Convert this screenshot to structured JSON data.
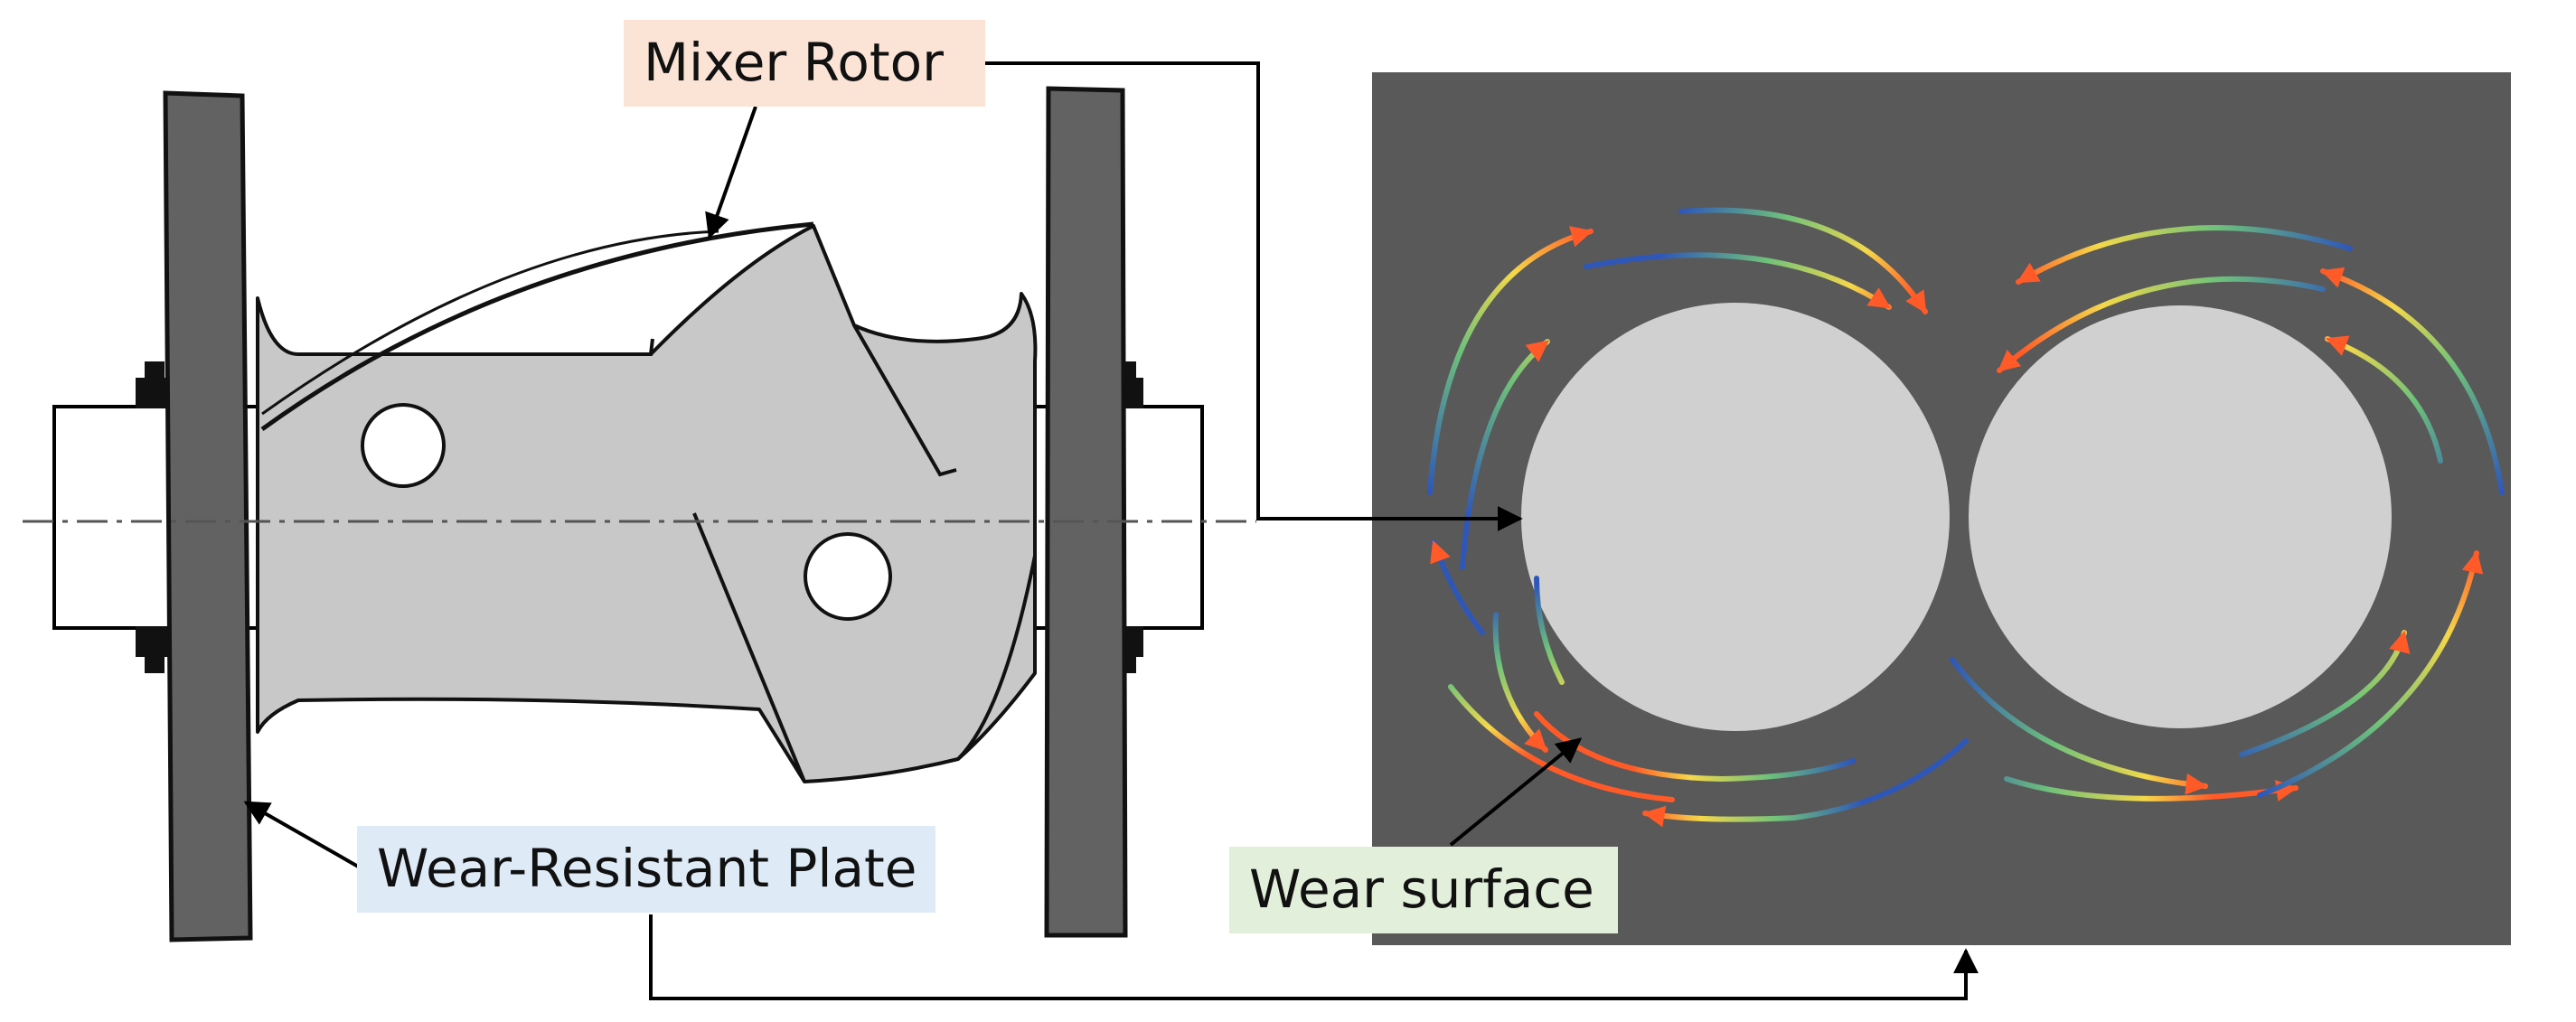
{
  "labels": {
    "mixer_rotor": "Mixer Rotor",
    "wear_resistant_plate": "Wear-Resistant Plate",
    "wear_surface": "Wear surface"
  },
  "colors": {
    "plate_fill": "#626262",
    "rotor_fill": "#c8c8c8",
    "panel_background": "#595959",
    "rotor_cross_section": "#d0d0d0",
    "flow_hot": "#ff5a28",
    "flow_mid": "#f4d84a",
    "flow_cool": "#2f57b8",
    "label_rotor_bg": "#fbe4d6",
    "label_plate_bg": "#deebf7",
    "label_wear_bg": "#e2efda"
  }
}
